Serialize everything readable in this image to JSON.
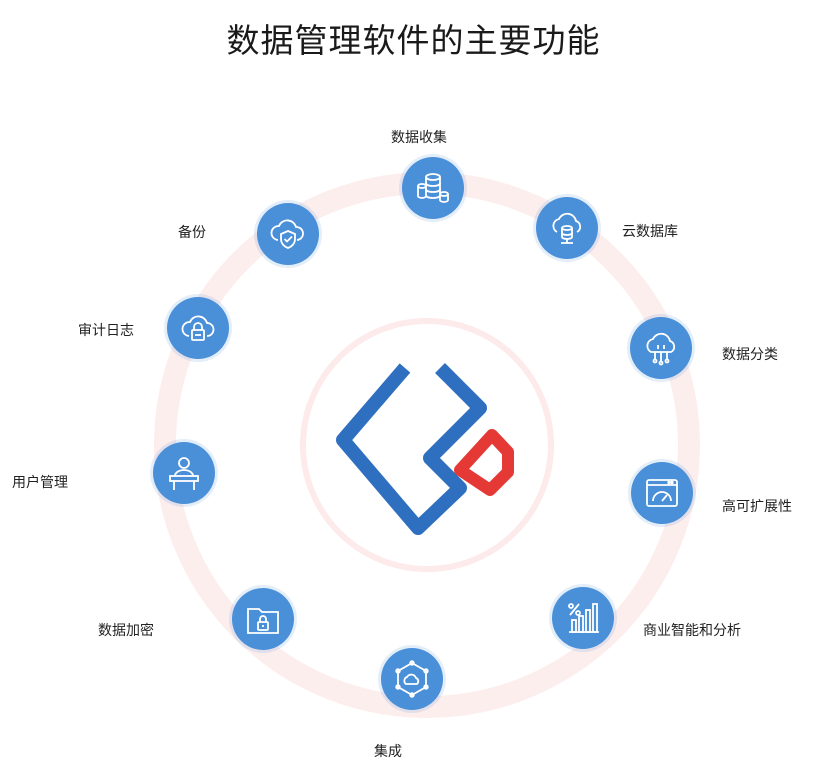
{
  "title": "数据管理软件的主要功能",
  "features": [
    {
      "id": "data-collection",
      "label": "数据收集",
      "icon": "database-stack-icon"
    },
    {
      "id": "cloud-database",
      "label": "云数据库",
      "icon": "cloud-database-icon"
    },
    {
      "id": "data-classification",
      "label": "数据分类",
      "icon": "cloud-network-icon"
    },
    {
      "id": "scalability",
      "label": "高可扩展性",
      "icon": "gauge-window-icon"
    },
    {
      "id": "bi-analytics",
      "label": "商业智能和分析",
      "icon": "percent-bar-chart-icon"
    },
    {
      "id": "integration",
      "label": "集成",
      "icon": "cloud-hexagon-network-icon"
    },
    {
      "id": "data-encryption",
      "label": "数据加密",
      "icon": "folder-lock-icon"
    },
    {
      "id": "user-management",
      "label": "用户管理",
      "icon": "user-podium-icon"
    },
    {
      "id": "audit-log",
      "label": "审计日志",
      "icon": "cloud-lock-icon"
    },
    {
      "id": "backup",
      "label": "备份",
      "icon": "cloud-shield-icon"
    }
  ],
  "colors": {
    "node": "#4a90d9",
    "ring": "#fde8e8",
    "logo_blue": "#2e6fc0",
    "logo_red": "#e53935",
    "title": "#1a1a1a"
  }
}
